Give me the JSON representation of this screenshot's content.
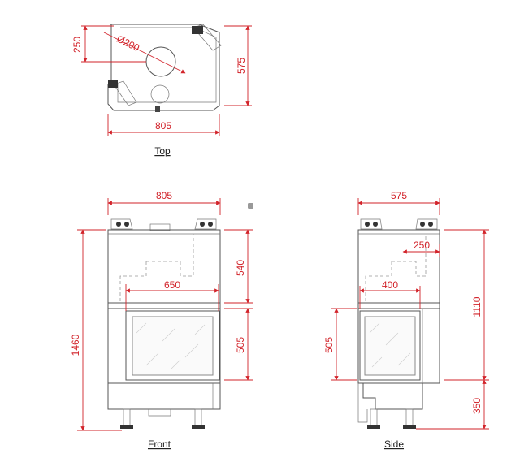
{
  "top_view": {
    "caption": "Top",
    "dim_width": "805",
    "dim_depth": "575",
    "dim_offset": "250",
    "dim_flue": "Ø200"
  },
  "front_view": {
    "caption": "Front",
    "dim_width": "805",
    "dim_height": "1460",
    "dim_upper": "540",
    "dim_door": "505",
    "dim_opening": "650"
  },
  "side_view": {
    "caption": "Side",
    "dim_width": "575",
    "dim_offset": "250",
    "dim_opening": "400",
    "dim_door": "505",
    "dim_height": "1110",
    "dim_base": "350"
  },
  "colors": {
    "dimension": "#d2232a",
    "outline": "#555555"
  }
}
